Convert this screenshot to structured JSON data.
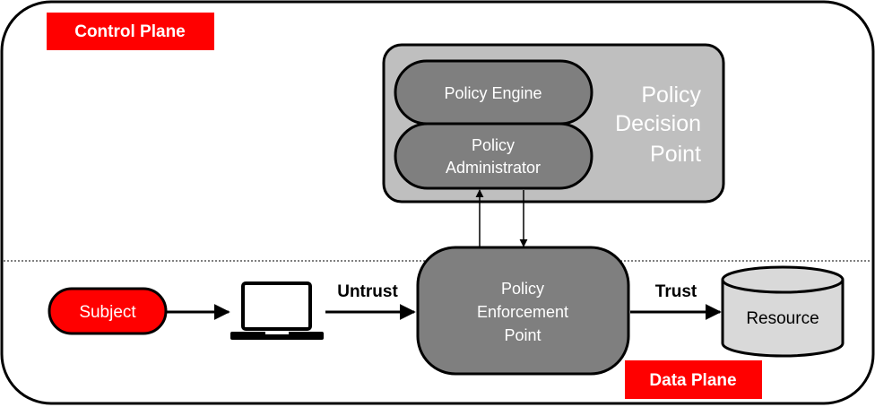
{
  "labels": {
    "control_plane": "Control Plane",
    "data_plane": "Data Plane",
    "pdp": [
      "Policy",
      "Decision",
      "Point"
    ],
    "policy_engine": "Policy Engine",
    "policy_admin": [
      "Policy",
      "Administrator"
    ],
    "pep": [
      "Policy",
      "Enforcement",
      "Point"
    ],
    "subject": "Subject",
    "untrust": "Untrust",
    "trust": "Trust",
    "resource": "Resource"
  },
  "icons": {
    "device": "laptop-icon",
    "resource": "database-cylinder-icon"
  },
  "colors": {
    "red": "#ff0000",
    "pdp_fill": "#bfbfbf",
    "inner_fill": "#7f7f7f",
    "resource_fill": "#d9d9d9",
    "stroke": "#000000",
    "text_light": "#ffffff"
  }
}
